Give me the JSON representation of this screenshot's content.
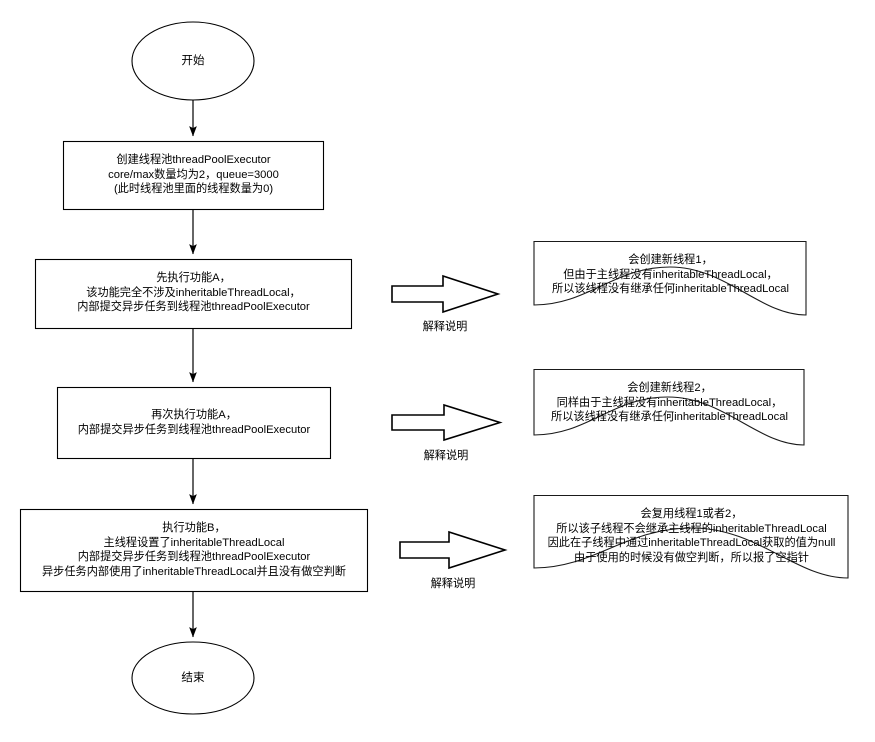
{
  "diagram": {
    "title": "inheritableThreadLocal 线程池流程图",
    "background_color": "#ffffff",
    "stroke_color": "#000000",
    "text_color": "#000000"
  },
  "flow": {
    "start": {
      "shape": "ellipse",
      "label": "开始"
    },
    "steps": [
      {
        "shape": "process",
        "text": "创建线程池threadPoolExecutor\ncore/max数量均为2，queue=3000\n(此时线程池里面的线程数量为0)"
      },
      {
        "shape": "process",
        "text": "先执行功能A，\n该功能完全不涉及inheritableThreadLocal，\n内部提交异步任务到线程池threadPoolExecutor"
      },
      {
        "shape": "process",
        "text": "再次执行功能A，\n内部提交异步任务到线程池threadPoolExecutor"
      },
      {
        "shape": "process",
        "text": "执行功能B，\n主线程设置了inheritableThreadLocal\n内部提交异步任务到线程池threadPoolExecutor\n异步任务内部使用了inheritableThreadLocal并且没有做空判断"
      }
    ],
    "end": {
      "shape": "ellipse",
      "label": "结束"
    }
  },
  "annotations": [
    {
      "arrow_label": "解释说明",
      "note_shape": "document",
      "note_text": "会创建新线程1，\n但由于主线程没有inheritableThreadLocal，\n所以该线程没有继承任何inheritableThreadLocal"
    },
    {
      "arrow_label": "解释说明",
      "note_shape": "document",
      "note_text": "会创建新线程2，\n同样由于主线程没有inheritableThreadLocal，\n所以该线程没有继承任何inheritableThreadLocal"
    },
    {
      "arrow_label": "解释说明",
      "note_shape": "document",
      "note_text": "会复用线程1或者2，\n所以该子线程不会继承主线程的inheritableThreadLocal\n因此在子线程中通过inheritableThreadLocal获取的值为null\n由于使用的时候没有做空判断，所以报了空指针"
    }
  ]
}
